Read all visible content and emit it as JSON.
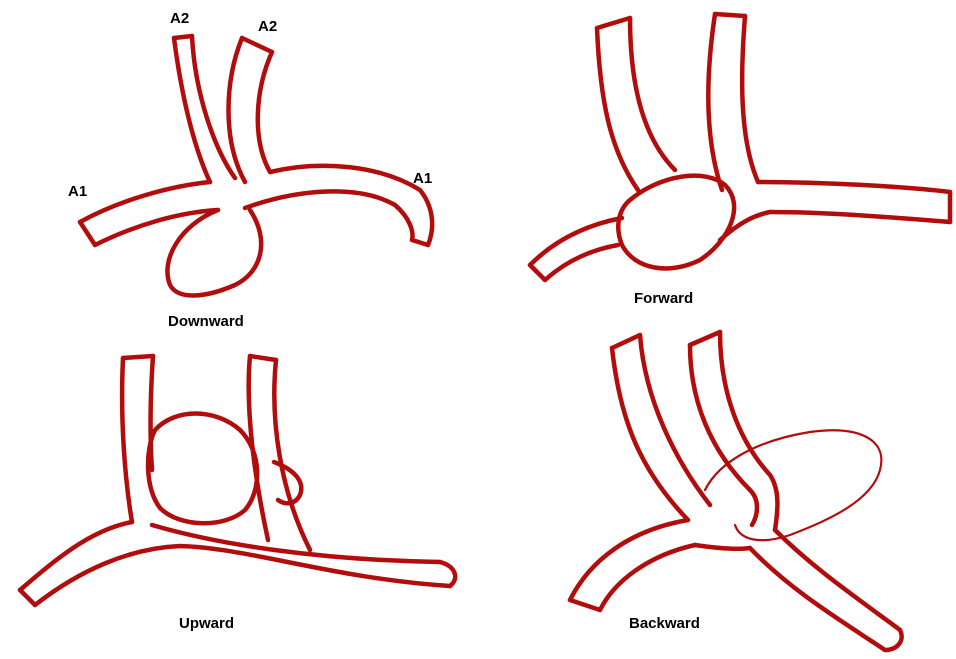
{
  "panels": {
    "downward": {
      "caption": "Downward",
      "labels": {
        "a1_left": "A1",
        "a1_right": "A1",
        "a2_left": "A2",
        "a2_right": "A2"
      }
    },
    "forward": {
      "caption": "Forward"
    },
    "upward": {
      "caption": "Upward"
    },
    "backward": {
      "caption": "Backward"
    }
  },
  "colors": {
    "vessel": "#b10d0d",
    "text": "#000000",
    "background": "#ffffff"
  }
}
